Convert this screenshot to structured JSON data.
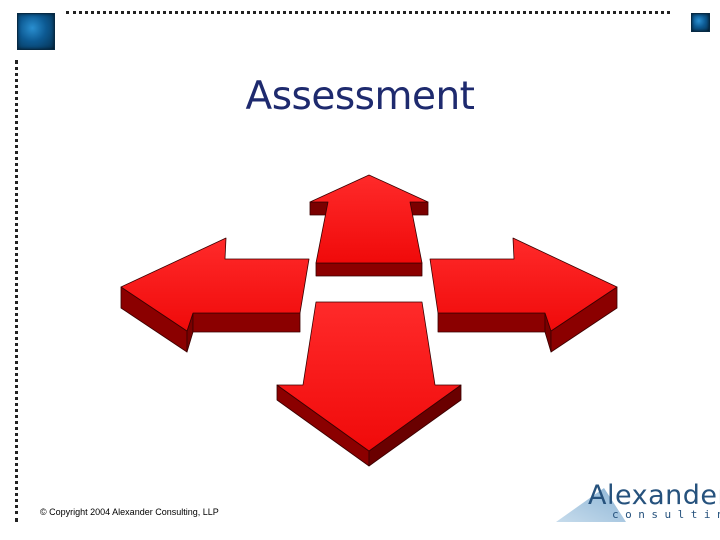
{
  "slide": {
    "title": "Assessment",
    "copyright": "© Copyright 2004 Alexander Consulting, LLP"
  },
  "logo": {
    "name": "Alexander",
    "tagline": "consulting"
  },
  "colors": {
    "title": "#1e2a6e",
    "arrow_face": "#ff1414",
    "arrow_side": "#8b0000",
    "logo": "#26527d",
    "accent_square": "#0d5a93"
  },
  "icons": [
    "arrow-up-icon",
    "arrow-left-icon",
    "arrow-right-icon",
    "arrow-down-icon"
  ]
}
